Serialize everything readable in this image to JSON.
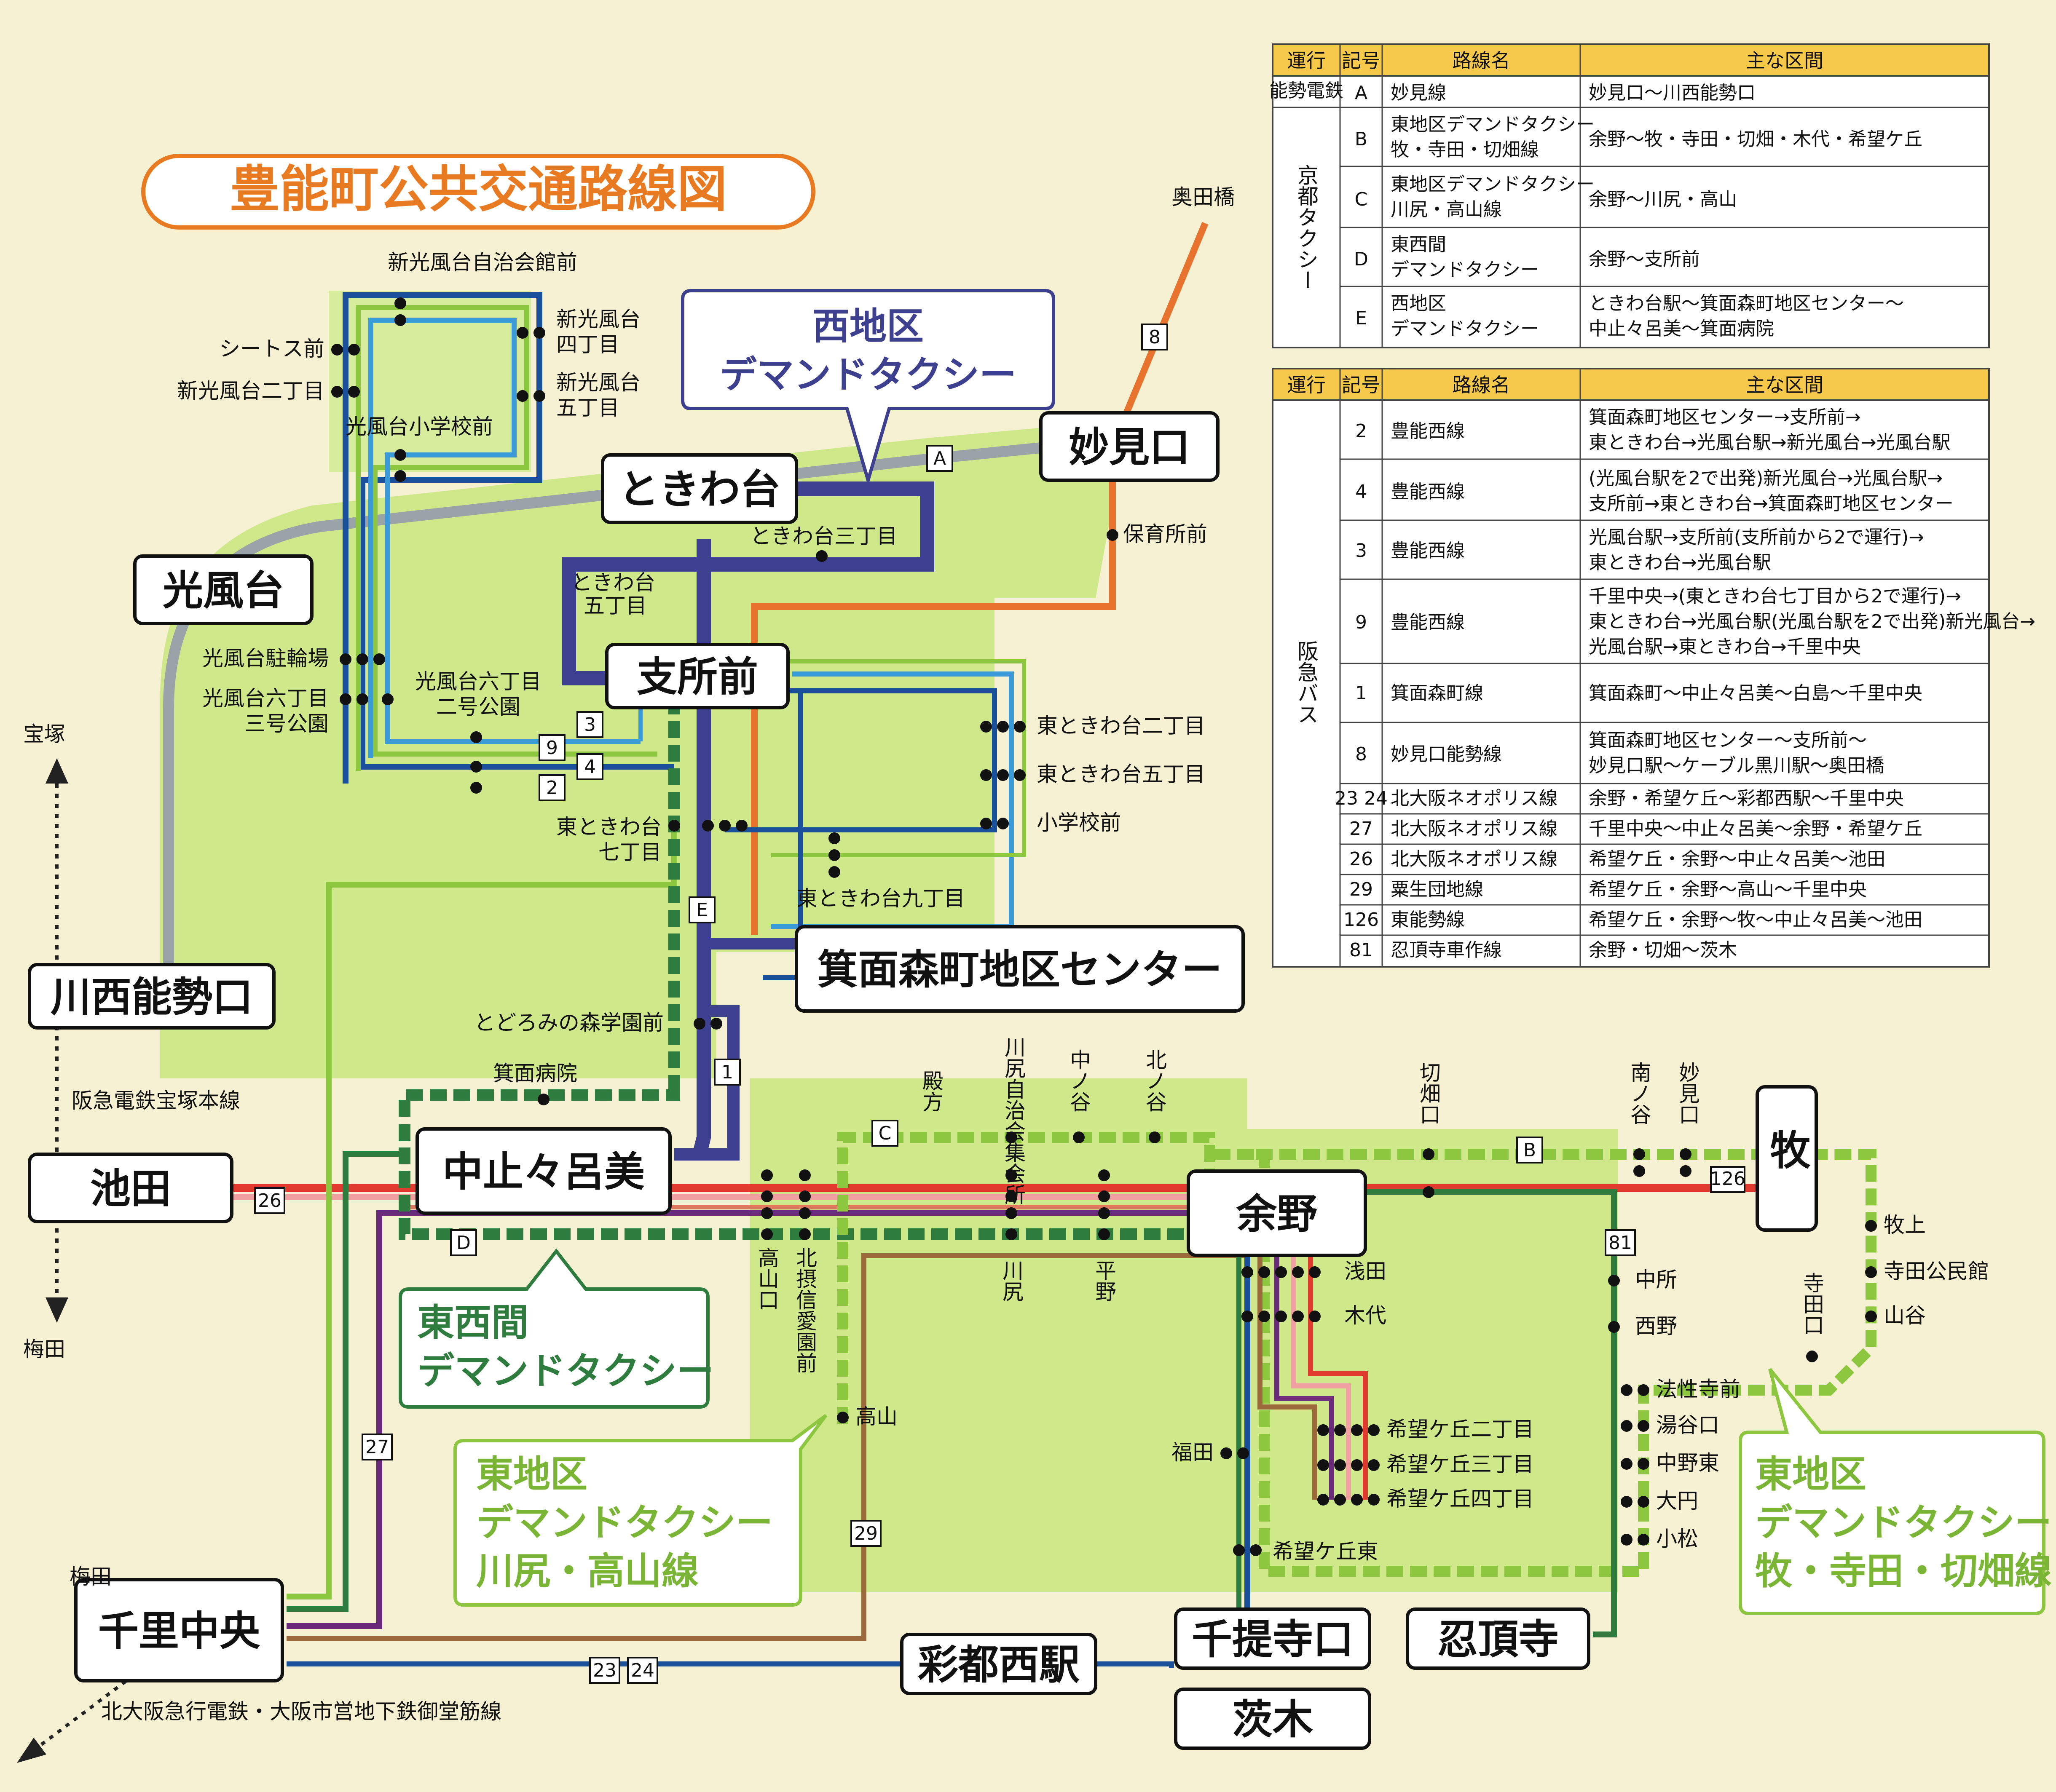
{
  "title": "豊能町公共交通路線図",
  "colors": {
    "background": "#f6f1d2",
    "area": "#cfe88a",
    "title_orange": "#e87a22",
    "west_purple": "#3d3f8f",
    "east_green": "#8dc63f",
    "dark_green": "#2e7d3e",
    "red": "#e03b2e",
    "pink": "#f0a0a0",
    "orange": "#e8732e",
    "blue": "#1a4f9a",
    "light_blue": "#3b9ad8",
    "brown": "#9a6a3a",
    "gray": "#9aa4a8"
  },
  "hubs": {
    "tokiwadai": "ときわ台",
    "myokenguchi": "妙見口",
    "kofudai": "光風台",
    "shishomae": "支所前",
    "kawanishi": "川西能勢口",
    "minoh_center": "箕面森町地区センター",
    "ikeda": "池田",
    "nakatodoromi": "中止々呂美",
    "yono": "余野",
    "maki": "牧",
    "senri_chuo": "千里中央",
    "saito_nishi": "彩都西駅",
    "sentei": "千提寺口",
    "ninchoji": "忍頂寺",
    "ibaraki": "茨木"
  },
  "callouts": {
    "west_1": "西地区",
    "west_2": "デマンドタクシー",
    "eastwest_1": "東西間",
    "eastwest_2": "デマンドタクシー",
    "east_kawa_1": "東地区",
    "east_kawa_2": "デマンドタクシー",
    "east_kawa_3": "川尻・高山線",
    "east_maki_1": "東地区",
    "east_maki_2": "デマンドタクシー",
    "east_maki_3": "牧・寺田・切畑線"
  },
  "stops": {
    "shinkofu_jichikai": "新光風台自治会館前",
    "shinkofu_4a": "新光風台",
    "shinkofu_4b": "四丁目",
    "shinkofu_5a": "新光風台",
    "shinkofu_5b": "五丁目",
    "seatosu": "シートス前",
    "shinkofu_2": "新光風台二丁目",
    "kofu_shogakko": "光風台小学校前",
    "okudabashi": "奥田橋",
    "tokiwa_3": "ときわ台三丁目",
    "tokiwa_5a": "ときわ台",
    "tokiwa_5b": "五丁目",
    "hoikusho": "保育所前",
    "kofu_churinjo": "光風台駐輪場",
    "kofu_6_park_a": "光風台六丁目",
    "kofu_6_park_b": "三号公園",
    "kofu_6_2_a": "光風台六丁目",
    "kofu_6_2_b": "二号公園",
    "higashi_tokiwa_2": "東ときわ台二丁目",
    "higashi_tokiwa_5": "東ときわ台五丁目",
    "shogakko": "小学校前",
    "higashi_tokiwa_7a": "東ときわ台",
    "higashi_tokiwa_7b": "七丁目",
    "higashi_tokiwa_9": "東ときわ台九丁目",
    "todoromi": "とどろみの森学園前",
    "minoh_byoin": "箕面病院",
    "tonogata": "殿方",
    "kawajiri_shukai": "川尻自治会集会所",
    "nakanotani": "中ノ谷",
    "kitanotani": "北ノ谷",
    "kiribataguchi": "切畑口",
    "minaminotani": "南ノ谷",
    "myokenguchi_stop": "妙見口",
    "takayamaguchi": "高山口",
    "kitasetsu": "北摂信愛園前",
    "kawajiri": "川尻",
    "hirano": "平野",
    "asada": "浅田",
    "kidai": "木代",
    "nakasho": "中所",
    "nishino": "西野",
    "makikami": "牧上",
    "terada_kominkan": "寺田公民館",
    "yamatani": "山谷",
    "teradaguchi": "寺田口",
    "hosshoji": "法性寺前",
    "yudaniguchi": "湯谷口",
    "nakanohigashi": "中野東",
    "ohkado": "大円",
    "komatsu": "小松",
    "takayama": "高山",
    "fukuda": "福田",
    "nozomi_2": "希望ケ丘二丁目",
    "nozomi_3": "希望ケ丘三丁目",
    "nozomi_4": "希望ケ丘四丁目",
    "nozomi_higashi": "希望ケ丘東"
  },
  "route_codes": {
    "a": "A",
    "b": "B",
    "c": "C",
    "d": "D",
    "e": "E",
    "r1": "1",
    "r2": "2",
    "r3": "3",
    "r4": "4",
    "r8": "8",
    "r9": "9",
    "r26": "26",
    "r27": "27",
    "r29": "29",
    "r23": "23",
    "r24": "24",
    "r81": "81",
    "r126": "126"
  },
  "rail": {
    "takarazuka": "宝塚",
    "umeda": "梅田",
    "umeda2": "梅田",
    "hankyu_line": "阪急電鉄宝塚本線",
    "kitakyu_line": "北大阪急行電鉄・大阪市営地下鉄御堂筋線"
  },
  "table1": {
    "headers": [
      "運行",
      "記号",
      "路線名",
      "主な区間"
    ],
    "group_nose": "能勢電鉄",
    "group_kyoto": "京都タクシー",
    "rows": [
      {
        "code": "A",
        "name1": "妙見線",
        "name2": "",
        "sec1": "妙見口〜川西能勢口",
        "sec2": ""
      },
      {
        "code": "B",
        "name1": "東地区デマンドタクシー",
        "name2": "牧・寺田・切畑線",
        "sec1": "余野〜牧・寺田・切畑・木代・希望ケ丘",
        "sec2": ""
      },
      {
        "code": "C",
        "name1": "東地区デマンドタクシー",
        "name2": "川尻・高山線",
        "sec1": "余野〜川尻・高山",
        "sec2": ""
      },
      {
        "code": "D",
        "name1": "東西間",
        "name2": "デマンドタクシー",
        "sec1": "余野〜支所前",
        "sec2": ""
      },
      {
        "code": "E",
        "name1": "西地区",
        "name2": "デマンドタクシー",
        "sec1": "ときわ台駅〜箕面森町地区センター〜",
        "sec2": "中止々呂美〜箕面病院"
      }
    ]
  },
  "table2": {
    "headers": [
      "運行",
      "記号",
      "路線名",
      "主な区間"
    ],
    "group": "阪急バス",
    "rows": [
      {
        "code": "2",
        "name": "豊能西線",
        "sec1": "箕面森町地区センター→支所前→",
        "sec2": "東ときわ台→光風台駅→新光風台→光風台駅"
      },
      {
        "code": "4",
        "name": "豊能西線",
        "sec1": "(光風台駅を2で出発)新光風台→光風台駅→",
        "sec2": "支所前→東ときわ台→箕面森町地区センター"
      },
      {
        "code": "3",
        "name": "豊能西線",
        "sec1": "光風台駅→支所前(支所前から2で運行)→",
        "sec2": "東ときわ台→光風台駅"
      },
      {
        "code": "9",
        "name": "豊能西線",
        "sec1": "千里中央→(東ときわ台七丁目から2で運行)→",
        "sec2": "東ときわ台→光風台駅(光風台駅を2で出発)新光風台→",
        "sec3": "光風台駅→東ときわ台→千里中央"
      },
      {
        "code": "1",
        "name": "箕面森町線",
        "sec1": "箕面森町〜中止々呂美〜白島〜千里中央"
      },
      {
        "code": "8",
        "name": "妙見口能勢線",
        "sec1": "箕面森町地区センター〜支所前〜",
        "sec2": "妙見口駅〜ケーブル黒川駅〜奥田橋"
      },
      {
        "code": "23 24",
        "name": "北大阪ネオポリス線",
        "sec1": "余野・希望ケ丘〜彩都西駅〜千里中央"
      },
      {
        "code": "27",
        "name": "北大阪ネオポリス線",
        "sec1": "千里中央〜中止々呂美〜余野・希望ケ丘"
      },
      {
        "code": "26",
        "name": "北大阪ネオポリス線",
        "sec1": "希望ケ丘・余野〜中止々呂美〜池田"
      },
      {
        "code": "29",
        "name": "粟生団地線",
        "sec1": "希望ケ丘・余野〜高山〜千里中央"
      },
      {
        "code": "126",
        "name": "東能勢線",
        "sec1": "希望ケ丘・余野〜牧〜中止々呂美〜池田"
      },
      {
        "code": "81",
        "name": "忍頂寺車作線",
        "sec1": "余野・切畑〜茨木"
      }
    ]
  }
}
